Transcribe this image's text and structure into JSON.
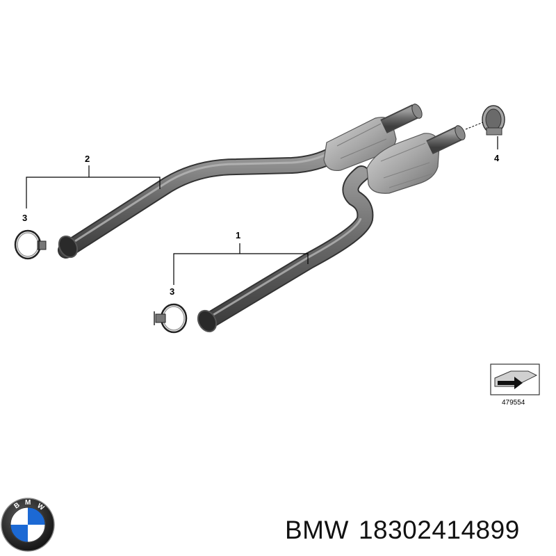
{
  "callouts": {
    "pipe_front": "1",
    "pipe_rear": "2",
    "clamp": "3",
    "clamp_flange": "4"
  },
  "reference_number": "479554",
  "logo": {
    "text": "BMW",
    "colors": {
      "blue": "#1c69d4",
      "white": "#ffffff",
      "ring": "#1a1a1a"
    }
  },
  "caption": {
    "brand": "BMW",
    "part_number": "18302414899"
  }
}
